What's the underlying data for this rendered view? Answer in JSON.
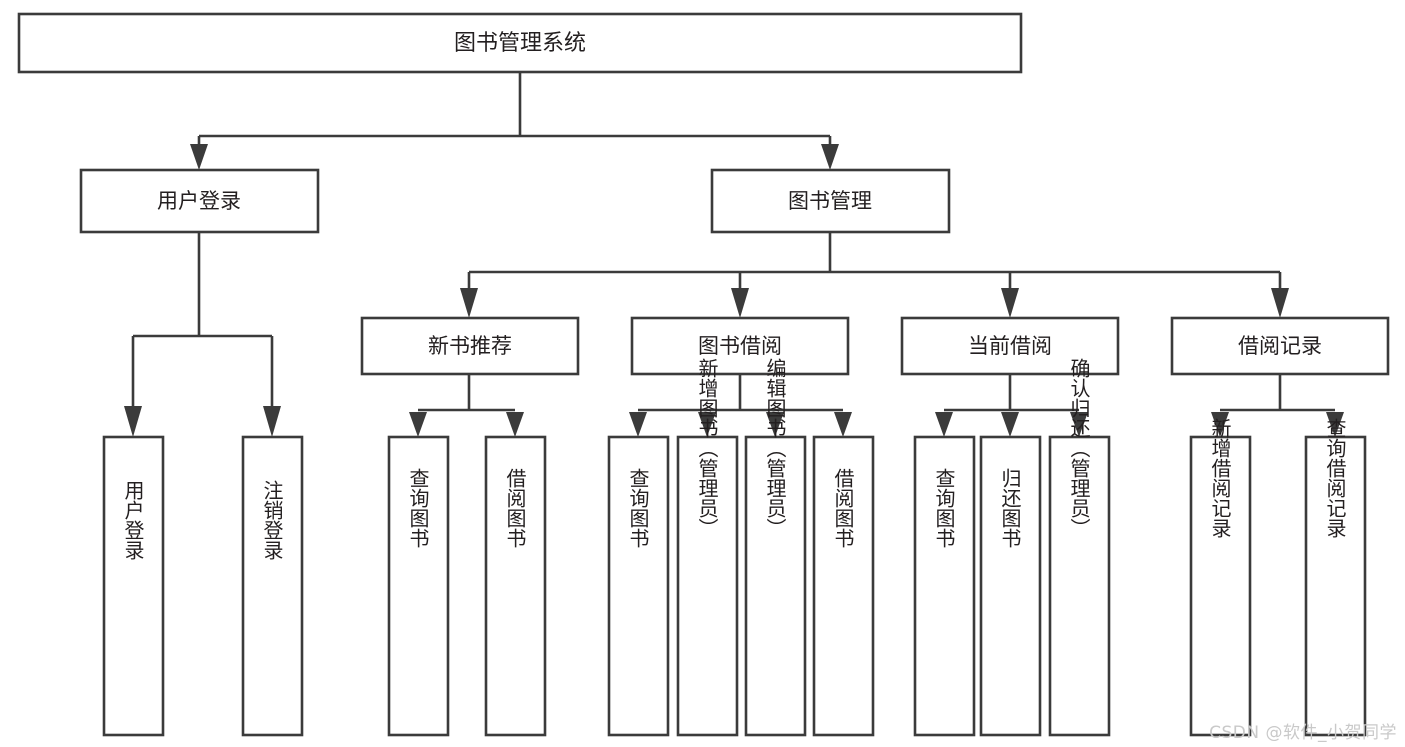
{
  "diagram": {
    "type": "tree-flowchart",
    "title": "图书管理系统",
    "watermark": "CSDN @软件_小贺同学",
    "colors": {
      "box_stroke": "#3b3b3b",
      "box_fill": "#ffffff",
      "text": "#231f20",
      "background": "#ffffff",
      "watermark": "#c9c9c9"
    },
    "root": {
      "label": "图书管理系统"
    },
    "level2": [
      {
        "label": "用户登录"
      },
      {
        "label": "图书管理"
      }
    ],
    "level3": [
      {
        "label": "新书推荐"
      },
      {
        "label": "图书借阅"
      },
      {
        "label": "当前借阅"
      },
      {
        "label": "借阅记录"
      }
    ],
    "leaves": {
      "user_login": [
        {
          "label": "用户登录"
        },
        {
          "label": "注销登录"
        }
      ],
      "new_book": [
        {
          "label": "查询图书"
        },
        {
          "label": "借阅图书"
        }
      ],
      "book_borrow": [
        {
          "label": "查询图书"
        },
        {
          "label": "新增图书（管理员）"
        },
        {
          "label": "编辑图书（管理员）"
        },
        {
          "label": "借阅图书"
        }
      ],
      "current_borrow": [
        {
          "label": "查询图书"
        },
        {
          "label": "归还图书"
        },
        {
          "label": "确认归还（管理员）"
        }
      ],
      "borrow_record": [
        {
          "label": "新增借阅记录"
        },
        {
          "label": "查询借阅记录"
        }
      ]
    }
  }
}
